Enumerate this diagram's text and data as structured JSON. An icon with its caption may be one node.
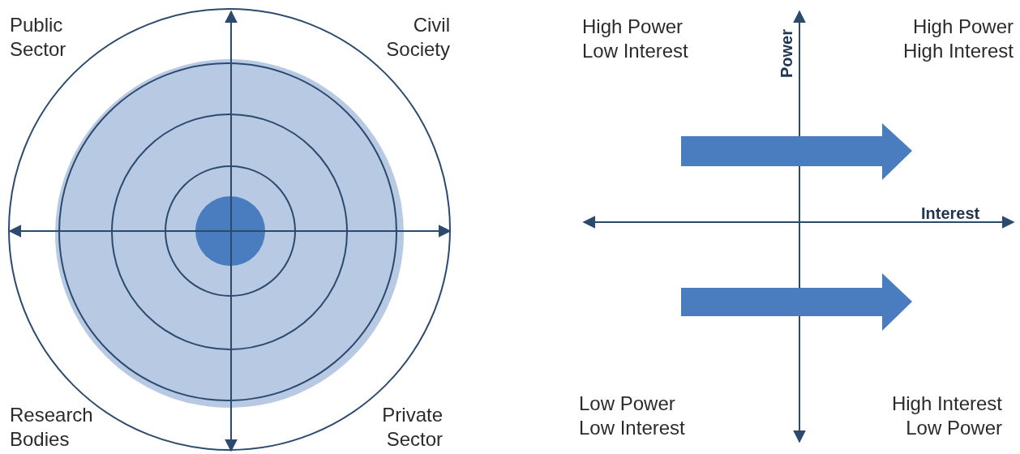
{
  "diagram": {
    "labels": [
      "Public Sector",
      "Civil Society",
      "Research Bodies",
      "Private Sector",
      "High Power Low Interest",
      "Power",
      "High Power High Interest",
      "Interest",
      "Low Power Low Interest",
      "High Interest Low Power"
    ]
  }
}
